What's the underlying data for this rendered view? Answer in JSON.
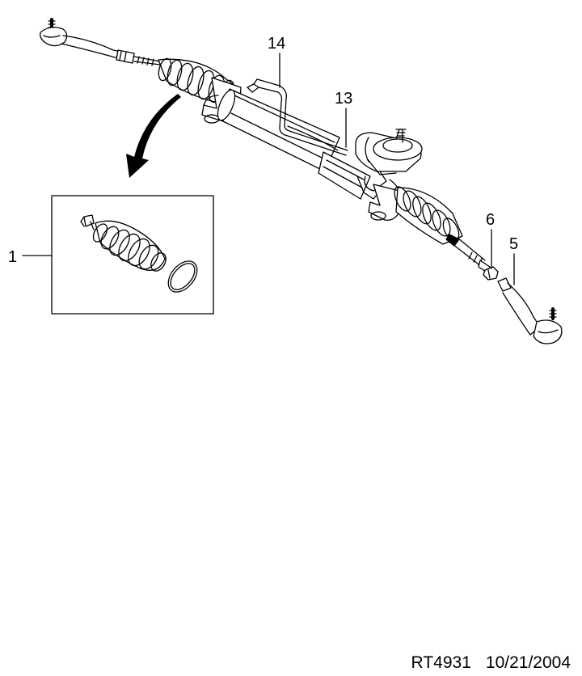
{
  "callouts": {
    "boot_kit": "1",
    "outer_tie_rod_end": "5",
    "jam_nut": "6",
    "pinion_housing": "13",
    "pressure_lines": "14"
  },
  "footer": {
    "code": "RT4931",
    "date": "10/21/2004"
  },
  "colors": {
    "line": "#000000",
    "background": "#ffffff"
  }
}
